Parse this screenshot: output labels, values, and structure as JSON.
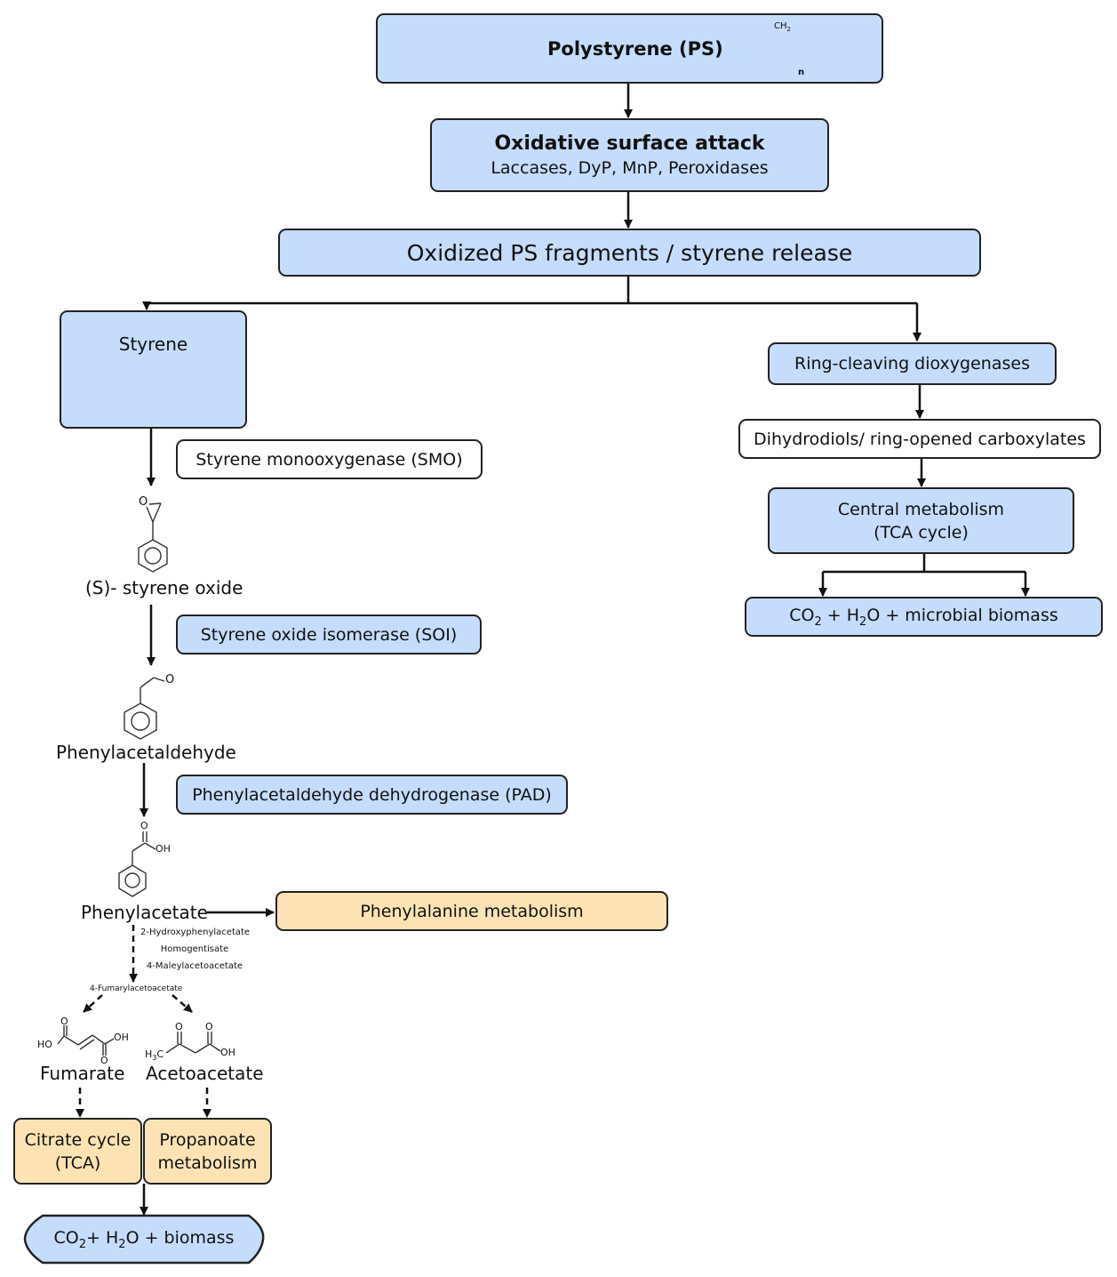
{
  "ps_box": {
    "title": "Polystyrene (PS)",
    "formula_group": "CH",
    "formula_sub": "2",
    "repeat": "n"
  },
  "oxidative": {
    "title": "Oxidative surface attack",
    "enzymes": "Laccases, DyP, MnP, Peroxidases"
  },
  "fragments": {
    "label": "Oxidized PS fragments / styrene release"
  },
  "left": {
    "styrene": "Styrene",
    "smo": "Styrene monooxygenase (SMO)",
    "styrene_oxide": "(S)- styrene oxide",
    "epoxide_o": "O",
    "soi": "Styrene oxide isomerase (SOI)",
    "aldehyde_o": "O",
    "phenylacetaldehyde": "Phenylacetaldehyde",
    "pad": "Phenylacetaldehyde dehydrogenase (PAD)",
    "acid_o": "O",
    "acid_oh": "OH",
    "phenylacetate": "Phenylacetate",
    "phenylalanine": "Phenylalanine metabolism",
    "intermediates": [
      "2-Hydroxyphenylacetate",
      "Homogentisate",
      "4-Maleylacetoacetate"
    ],
    "fumarylacetoacetate": "4-Fumarylacetoacetate",
    "fumarate_ho": "HO",
    "fumarate_oh": "OH",
    "fumarate_o1": "O",
    "fumarate_o2": "O",
    "fumarate": "Fumarate",
    "aceto_h3c": "H",
    "aceto_h3c_sub": "3",
    "aceto_c": "C",
    "aceto_o1": "O",
    "aceto_o2": "O",
    "aceto_oh": "OH",
    "acetoacetate": "Acetoacetate",
    "citrate_line1": "Citrate cycle",
    "citrate_line2": "(TCA)",
    "propanoate_line1": "Propanoate",
    "propanoate_line2": "metabolism",
    "final": {
      "co": "CO",
      "co_sub": "2",
      "plus_h": "+ H",
      "h_sub": "2",
      "rest": "O + biomass"
    }
  },
  "right": {
    "ring_cleaving": "Ring-cleaving dioxygenases",
    "dihydrodiols": "Dihydrodiols/ ring-opened carboxylates",
    "central_line1": "Central metabolism",
    "central_line2": "(TCA cycle)",
    "final": {
      "co": "CO",
      "co_sub": "2",
      "plus_h": " + H",
      "h_sub": "2",
      "rest": "O + microbial biomass"
    }
  },
  "colors": {
    "box_blue": "#c5dcfb",
    "box_orange": "#fde3b4",
    "stroke": "#222222"
  }
}
